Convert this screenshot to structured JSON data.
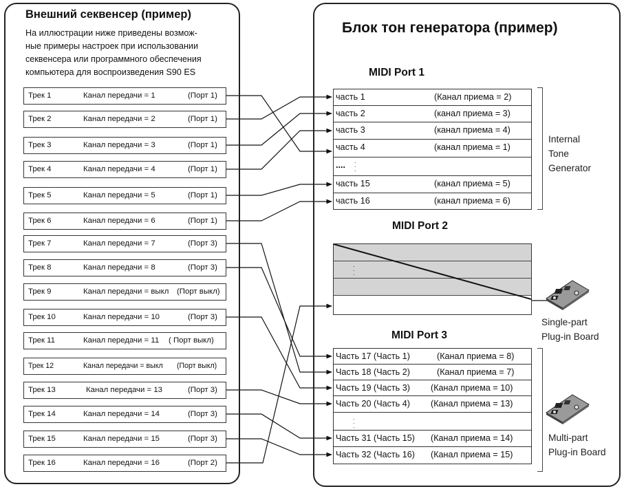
{
  "sequencer": {
    "title": "Внешний секвенсер (пример)",
    "description": [
      "На иллюстрации ниже приведены возмож-",
      "ные примеры настроек при использовании",
      "секвенсера или программного обеспечения",
      "компьютера для воспроизведения S90 ES"
    ],
    "tracks": [
      {
        "track": "Трек 1",
        "channel": "Канал передачи = 1",
        "port": "(Порт 1)"
      },
      {
        "track": "Трек 2",
        "channel": "Канал передачи = 2",
        "port": "(Порт 1)"
      },
      {
        "track": "Трек 3",
        "channel": "Канал передачи = 3",
        "port": "(Порт 1)"
      },
      {
        "track": "Трек 4",
        "channel": "Канал передачи = 4",
        "port": "(Порт 1)"
      },
      {
        "track": "Трек 5",
        "channel": "Канал передачи = 5",
        "port": "(Порт 1)"
      },
      {
        "track": "Трек 6",
        "channel": "Канал передачи = 6",
        "port": "(Порт 1)"
      },
      {
        "track": "Трек 7",
        "channel": "Канал передачи = 7",
        "port": "(Порт 3)"
      },
      {
        "track": "Трек 8",
        "channel": "Канал передачи = 8",
        "port": "(Порт 3)"
      },
      {
        "track": "Трек 9",
        "channel": "Канал передачи = выкл",
        "port": "(Порт выкл)"
      },
      {
        "track": "Трек 10",
        "channel": "Канал передачи = 10",
        "port": "(Порт 3)"
      },
      {
        "track": "Трек 11",
        "channel": "Канал передачи = 11",
        "port": "( Порт выкл)"
      },
      {
        "track": "Трек 12",
        "channel": "Канал передачи = выкл",
        "port": "(Порт выкл)"
      },
      {
        "track": "Трек 13",
        "channel": "Канал передачи = 13",
        "port": "(Порт 3)"
      },
      {
        "track": "Трек 14",
        "channel": "Канал передачи = 14",
        "port": "(Порт 3)"
      },
      {
        "track": "Трек 15",
        "channel": "Канал передачи = 15",
        "port": "(Порт 3)"
      },
      {
        "track": "Трек 16",
        "channel": "Канал передачи = 16",
        "port": "(Порт 2)"
      }
    ]
  },
  "tone_generator": {
    "title": "Блок тон генератора (пример)",
    "port1": {
      "title": "MIDI Port 1",
      "parts": [
        {
          "part": "часть 1",
          "receive": "(Канал приема = 2)"
        },
        {
          "part": "часть 2",
          "receive": "(канал приема = 3)"
        },
        {
          "part": "часть 3",
          "receive": "(канал приема = 4)"
        },
        {
          "part": "часть 4",
          "receive": "(канал приема = 1)"
        },
        {
          "part": "....",
          "receive": ""
        },
        {
          "part": "часть 15",
          "receive": "(канал приема = 5)"
        },
        {
          "part": "часть 16",
          "receive": "(канал приема = 6)"
        }
      ],
      "label": [
        "Internal",
        "Tone",
        "Generator"
      ]
    },
    "port2": {
      "title": "MIDI Port 2",
      "label": [
        "Single-part",
        "Plug-in Board"
      ]
    },
    "port3": {
      "title": "MIDI Port 3",
      "parts": [
        {
          "part": "Часть 17 (Часть 1)",
          "receive": "(Канал приема = 8)"
        },
        {
          "part": "Часть 18 (Часть 2)",
          "receive": "(Канал приема = 7)"
        },
        {
          "part": "Часть 19 (Часть 3)",
          "receive": "(Канал приема = 10)"
        },
        {
          "part": "Часть 20 (Часть 4)",
          "receive": "(Канал приема = 13)"
        },
        {
          "part": "",
          "receive": ""
        },
        {
          "part": "Часть 31 (Часть 15)",
          "receive": "(Канал приема = 14)"
        },
        {
          "part": "Часть 32 (Часть 16)",
          "receive": "(Канал приема = 15)"
        }
      ],
      "label": [
        "Multi-part",
        "Plug-in Board"
      ]
    }
  },
  "connections": [
    {
      "from": "Трек 1",
      "to": "часть 4"
    },
    {
      "from": "Трек 2",
      "to": "часть 1"
    },
    {
      "from": "Трек 3",
      "to": "часть 2"
    },
    {
      "from": "Трек 4",
      "to": "часть 3"
    },
    {
      "from": "Трек 5",
      "to": "часть 15"
    },
    {
      "from": "Трек 6",
      "to": "часть 16"
    },
    {
      "from": "Трек 7",
      "to": "Часть 18 (Часть 2)"
    },
    {
      "from": "Трек 8",
      "to": "Часть 17 (Часть 1)"
    },
    {
      "from": "Трек 10",
      "to": "Часть 19 (Часть 3)"
    },
    {
      "from": "Трек 13",
      "to": "Часть 20 (Часть 4)"
    },
    {
      "from": "Трек 14",
      "to": "Часть 31 (Часть 15)"
    },
    {
      "from": "Трек 15",
      "to": "Часть 32 (Часть 16)"
    },
    {
      "from": "Трек 16",
      "to": "MIDI Port 2"
    }
  ]
}
